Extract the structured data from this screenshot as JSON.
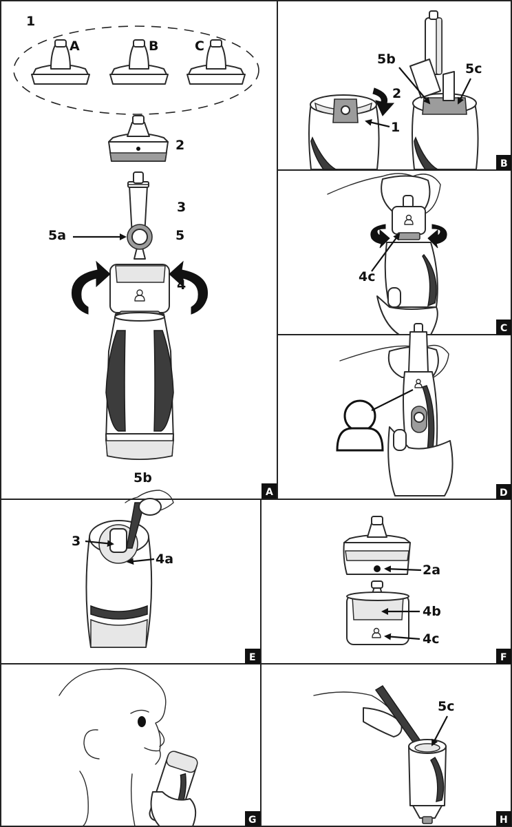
{
  "panels": {
    "A": {
      "tag": "A",
      "callouts": {
        "c1": "1",
        "tipA": "A",
        "tipB": "B",
        "tipC": "C",
        "c2": "2",
        "c3": "3",
        "c4": "4",
        "c5": "5",
        "c5a": "5a",
        "c5b": "5b"
      }
    },
    "B": {
      "tag": "B",
      "callouts": {
        "c5b": "5b",
        "c5c": "5c",
        "c2": "2",
        "c1": "1"
      }
    },
    "C": {
      "tag": "C",
      "callouts": {
        "c4c": "4c"
      }
    },
    "D": {
      "tag": "D"
    },
    "E": {
      "tag": "E",
      "callouts": {
        "c3": "3",
        "c4a": "4a"
      }
    },
    "F": {
      "tag": "F",
      "callouts": {
        "c2a": "2a",
        "c4b": "4b",
        "c4c": "4c"
      }
    },
    "G": {
      "tag": "G"
    },
    "H": {
      "tag": "H",
      "callouts": {
        "c5c": "5c"
      }
    }
  }
}
